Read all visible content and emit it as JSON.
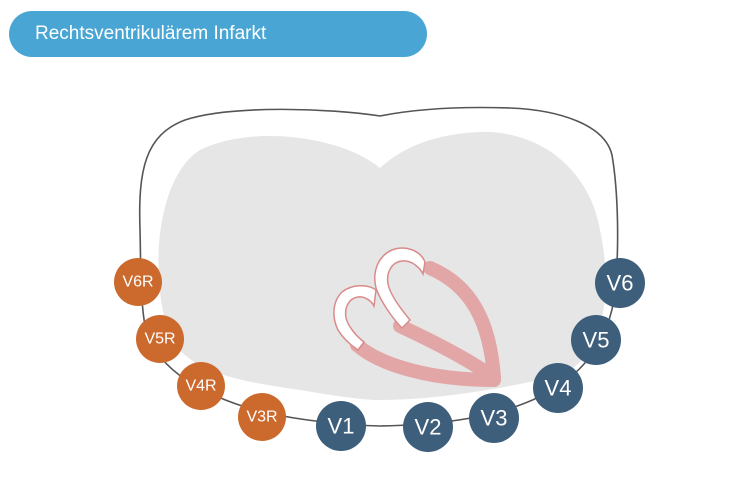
{
  "title": "Rechtsventrikulärem Infarkt",
  "colors": {
    "title_bg": "#49a6d4",
    "right_leads": "#cc6a2e",
    "standard_leads": "#3e5f7c",
    "thorax_fill": "#e6e6e6",
    "thorax_outline": "#555555",
    "heart_outline": "#d98b8b",
    "infarct_wall": "#e3a6a6"
  },
  "right_leads": [
    {
      "label": "V6R"
    },
    {
      "label": "V5R"
    },
    {
      "label": "V4R"
    },
    {
      "label": "V3R"
    }
  ],
  "standard_leads": [
    {
      "label": "V1"
    },
    {
      "label": "V2"
    },
    {
      "label": "V3"
    },
    {
      "label": "V4"
    },
    {
      "label": "V5"
    },
    {
      "label": "V6"
    }
  ]
}
